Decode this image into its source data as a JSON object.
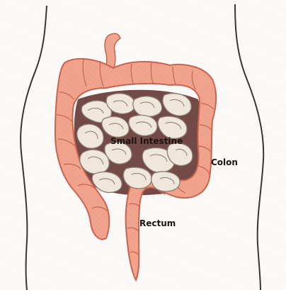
{
  "labels": {
    "small_intestine": "Small Intestine",
    "colon": "Colon",
    "rectum": "Rectum"
  },
  "colors": {
    "background": "#fbfaf8",
    "colon_fill": "#f0a48e",
    "colon_stroke": "#c8624e",
    "small_intestine_fill": "#efe6dc",
    "small_intestine_stroke": "#8a7c70",
    "shadow": "#5a2a26",
    "body_outline": "#3a3533"
  }
}
